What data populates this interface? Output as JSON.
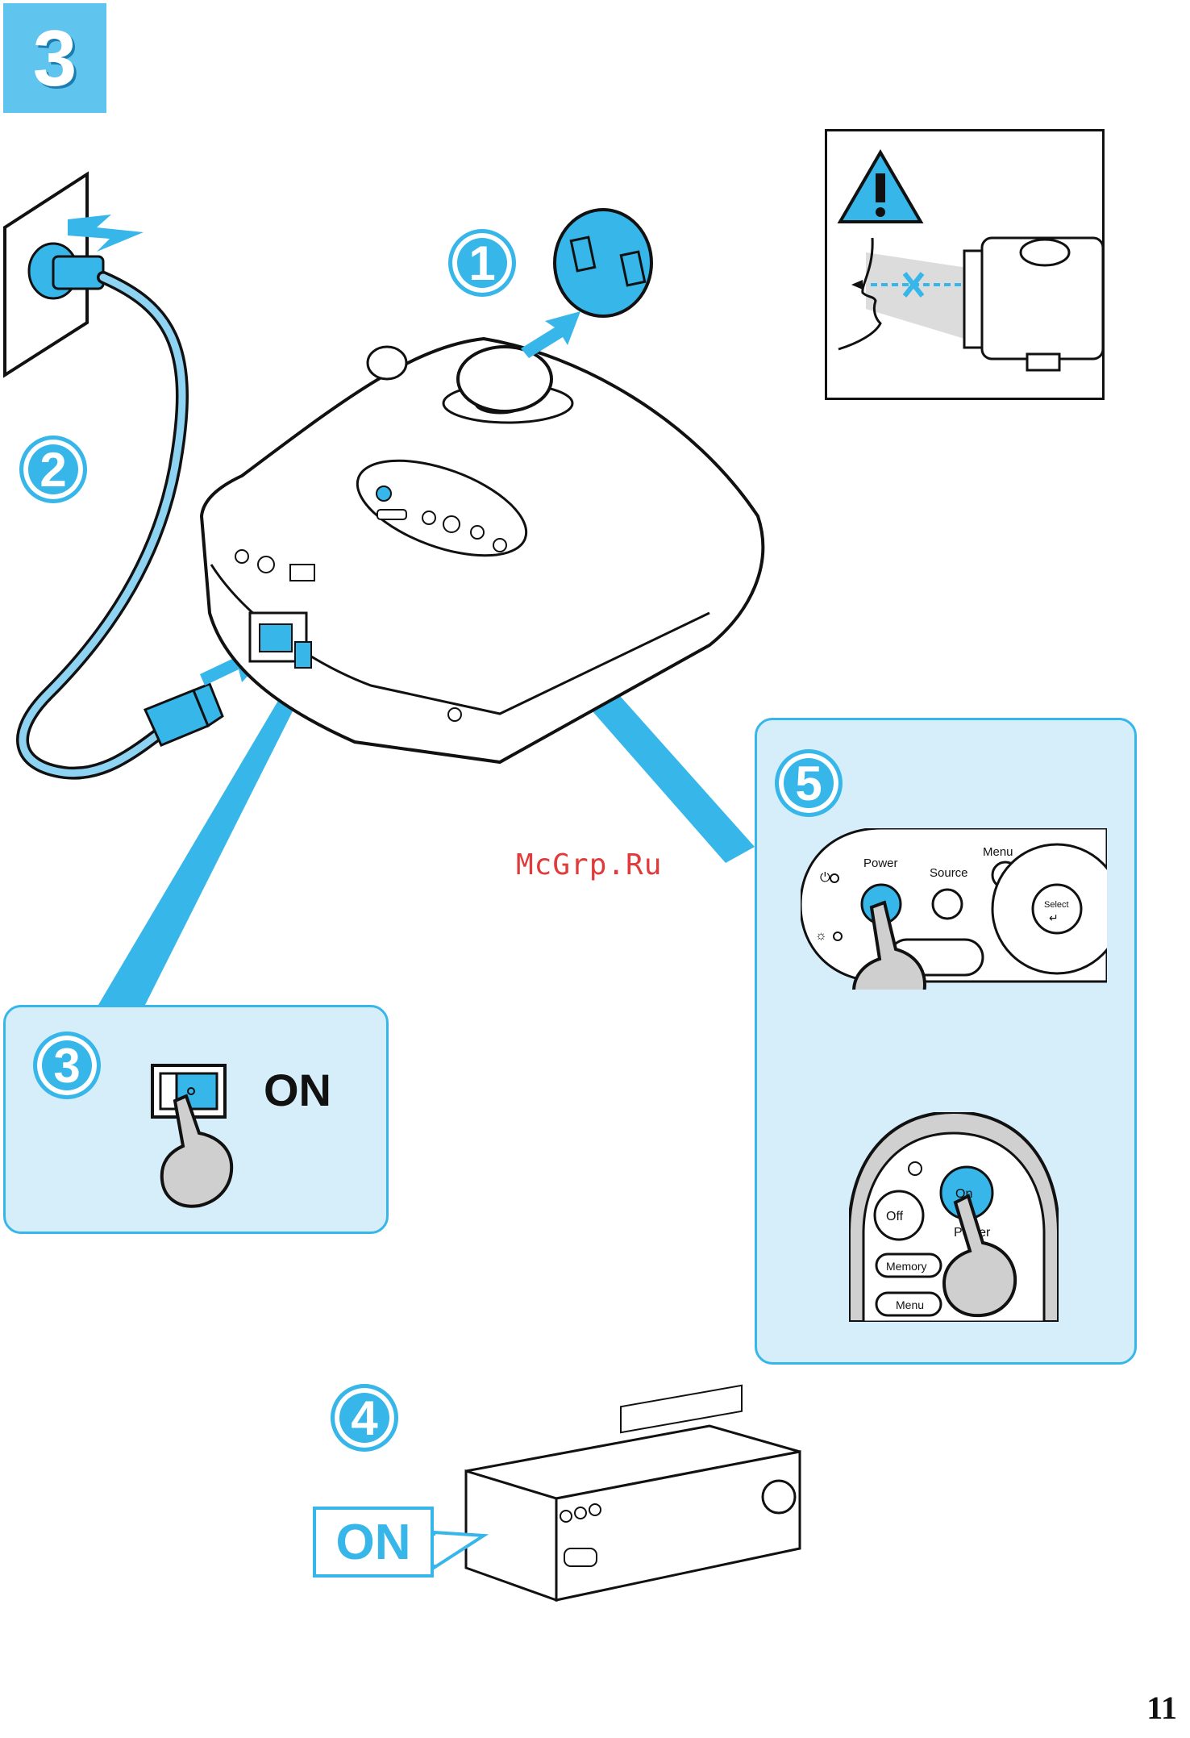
{
  "page": {
    "step_number": "3",
    "page_number": "11",
    "watermark": "McGrp.Ru"
  },
  "substeps": {
    "s1": "①",
    "s2": "②",
    "s3": "3",
    "s4": "4",
    "s5": "5"
  },
  "power_switch": {
    "label": "ON"
  },
  "video_source": {
    "label": "ON"
  },
  "projector_panel": {
    "power": "Power",
    "source": "Source",
    "menu": "Menu",
    "select": "Select"
  },
  "remote": {
    "on": "On",
    "off": "Off",
    "power": "Power",
    "memory": "Memory",
    "menu": "Menu"
  },
  "colors": {
    "accent": "#37b6ea",
    "panel_fill": "#d6eef9",
    "badge": "#5fc4ee"
  },
  "icons": [
    "warning-icon",
    "eye-icon",
    "hand-press-icon",
    "arrow-icon",
    "power-plug-icon",
    "lens-cap-icon",
    "projector-icon",
    "vcr-icon",
    "remote-control-icon"
  ]
}
